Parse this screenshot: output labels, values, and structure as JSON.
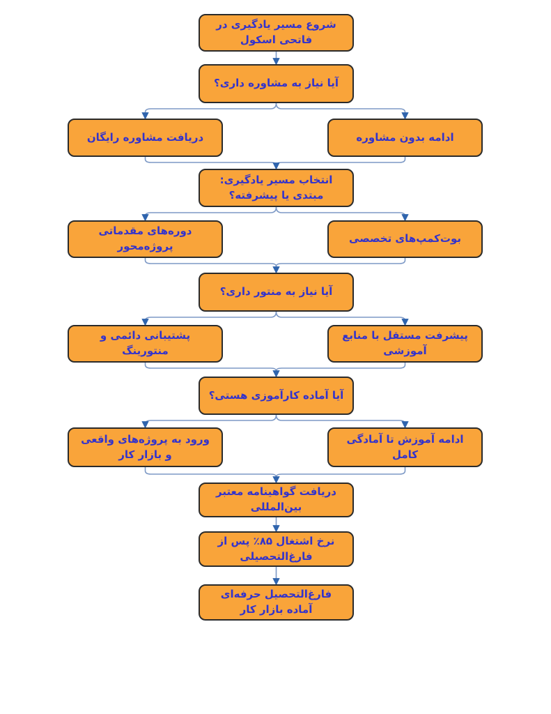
{
  "page": {
    "background": "#FFFFFF",
    "language": "fa",
    "direction": "rtl"
  },
  "colors": {
    "node_fill": "#F9A43A",
    "node_border": "#2B2B2B",
    "node_text": "#3333CC",
    "connector_line": "#7D99C6",
    "arrowhead": "#2F64AD"
  },
  "diagram": {
    "type": "flowchart",
    "direction": "top-down"
  },
  "nodes": {
    "start": {
      "label": "شروع مسیر یادگیری در فاتحی اسکول"
    },
    "q_consult": {
      "label": "آیا نیاز به مشاوره داری؟"
    },
    "free_consult": {
      "label": "دریافت مشاوره رایگان"
    },
    "no_consult": {
      "label": "ادامه بدون مشاوره"
    },
    "choose_path": {
      "label": "انتخاب مسیر یادگیری: مبتدی یا پیشرفته؟"
    },
    "intro_courses": {
      "label": "دوره‌های مقدماتی پروژه‌محور"
    },
    "bootcamps": {
      "label": "بوت‌کمپ‌های تخصصی"
    },
    "q_mentor": {
      "label": "آیا نیاز به منتور داری؟"
    },
    "support_mentoring": {
      "label": "پشتیبانی دائمی و منتورینگ"
    },
    "self_study": {
      "label": "پیشرفت مستقل با منابع آموزشی"
    },
    "q_internship": {
      "label": "آیا آماده کارآموزی هستی؟"
    },
    "real_projects": {
      "label": "ورود به پروژه‌های واقعی و بازار کار"
    },
    "continue_training": {
      "label": "ادامه آموزش تا آمادگی کامل"
    },
    "certificate": {
      "label": "دریافت گواهینامه معتبر بین‌المللی"
    },
    "employment_rate": {
      "label": "نرخ اشتغال ۸۵٪ پس از فارغ‌التحصیلی"
    },
    "graduate": {
      "label": "فارغ‌التحصیل حرفه‌ای آماده بازار کار"
    }
  },
  "edges": [
    [
      "start",
      "q_consult"
    ],
    [
      "q_consult",
      "free_consult"
    ],
    [
      "q_consult",
      "no_consult"
    ],
    [
      "free_consult",
      "choose_path"
    ],
    [
      "no_consult",
      "choose_path"
    ],
    [
      "choose_path",
      "intro_courses"
    ],
    [
      "choose_path",
      "bootcamps"
    ],
    [
      "intro_courses",
      "q_mentor"
    ],
    [
      "bootcamps",
      "q_mentor"
    ],
    [
      "q_mentor",
      "support_mentoring"
    ],
    [
      "q_mentor",
      "self_study"
    ],
    [
      "support_mentoring",
      "q_internship"
    ],
    [
      "self_study",
      "q_internship"
    ],
    [
      "q_internship",
      "real_projects"
    ],
    [
      "q_internship",
      "continue_training"
    ],
    [
      "real_projects",
      "certificate"
    ],
    [
      "continue_training",
      "certificate"
    ],
    [
      "certificate",
      "employment_rate"
    ],
    [
      "employment_rate",
      "graduate"
    ]
  ]
}
